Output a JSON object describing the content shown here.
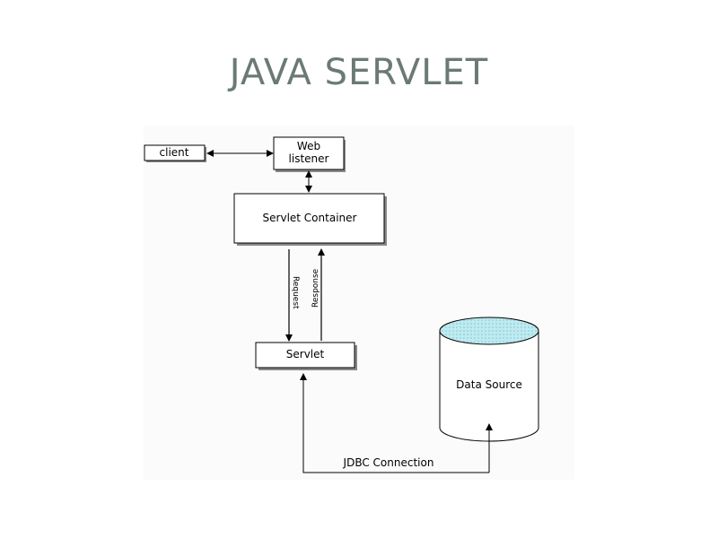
{
  "slide": {
    "title": "JAVA SERVLET"
  },
  "diagram": {
    "nodes": {
      "client": "client",
      "web_listener_line1": "Web",
      "web_listener_line2": "listener",
      "servlet_container": "Servlet Container",
      "servlet": "Servlet",
      "data_source": "Data Source"
    },
    "edges": {
      "request": "Request",
      "response": "Response",
      "jdbc": "JDBC Connection"
    }
  }
}
